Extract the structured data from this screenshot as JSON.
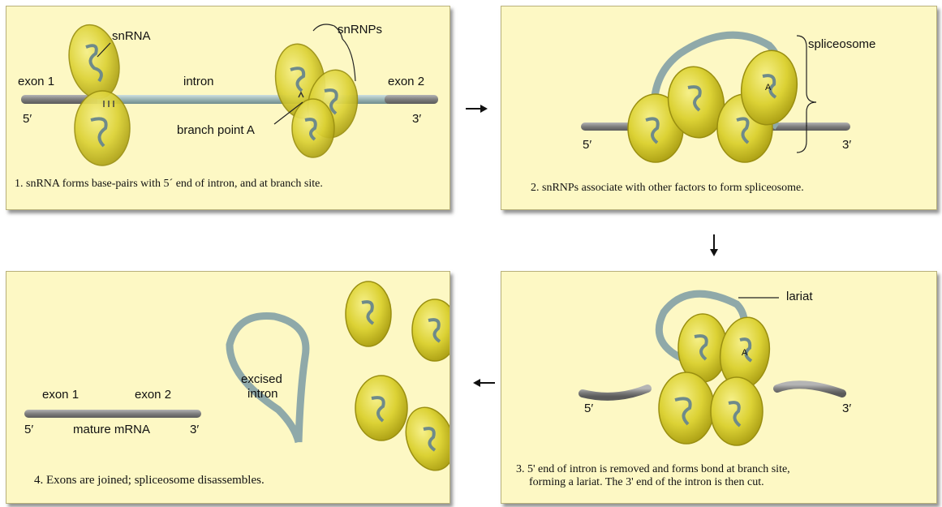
{
  "panel1": {
    "labels": {
      "snrna": "snRNA",
      "snrnps": "snRNPs",
      "exon1": "exon 1",
      "intron": "intron",
      "exon2": "exon 2",
      "five": "5′",
      "three": "3′",
      "branch": "branch point A"
    },
    "caption": "1. snRNA forms base-pairs with 5´ end of intron, and at branch site."
  },
  "panel2": {
    "labels": {
      "spliceosome": "spliceosome",
      "a": "A",
      "five": "5′",
      "three": "3′"
    },
    "caption": "2. snRNPs associate with other factors to form spliceosome."
  },
  "panel3": {
    "labels": {
      "lariat": "lariat",
      "a": "A",
      "five": "5′",
      "three": "3′"
    },
    "caption_line1": "3. 5' end of intron is removed and forms bond at branch site,",
    "caption_line2": "forming a lariat. The 3' end of the intron is then cut."
  },
  "panel4": {
    "labels": {
      "excised": "excised",
      "intron": "intron",
      "exon1": "exon 1",
      "exon2": "exon 2",
      "five": "5′",
      "three": "3′",
      "mature": "mature mRNA"
    },
    "caption": "4. Exons are joined; spliceosome disassembles."
  },
  "colors": {
    "panel_bg": "#fdf8c4",
    "snrnp_fill": "#d9cf2c",
    "exon": "#8a8a8a",
    "intron": "#9ab4b4"
  }
}
